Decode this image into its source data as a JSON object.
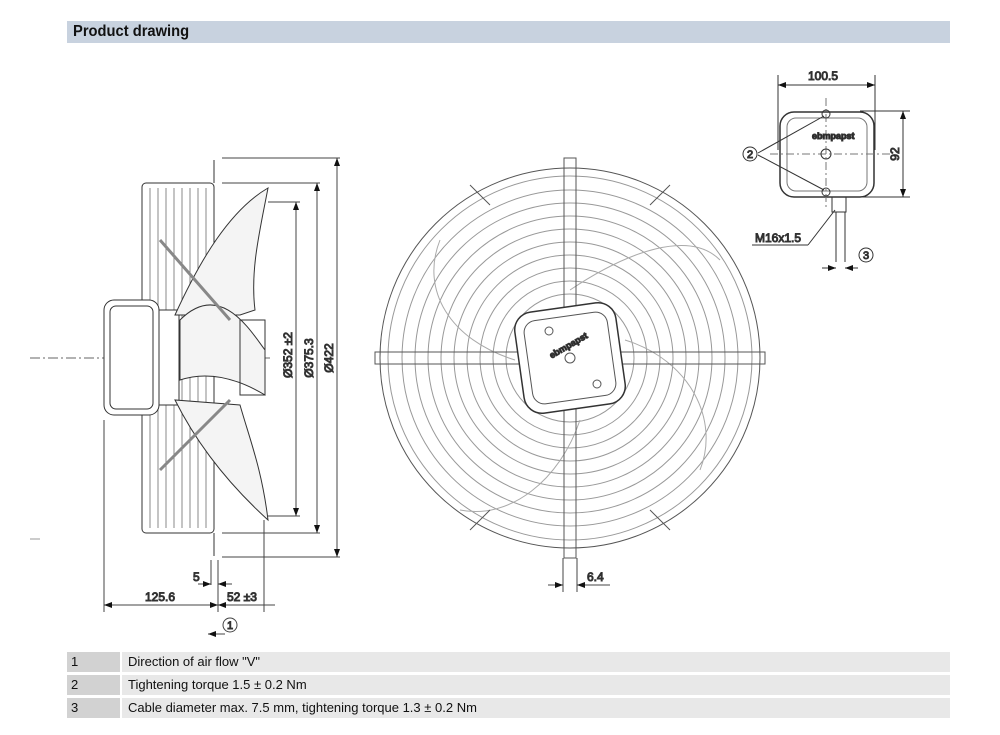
{
  "header": {
    "title": "Product drawing"
  },
  "dimensions": {
    "d352": "Ø352 ±2",
    "d375": "Ø375.3",
    "d422": "Ø422",
    "d5": "5",
    "d125": "125.6",
    "d52": "52 ±3",
    "d64": "6.4",
    "d100": "100.5",
    "d92": "92",
    "thread": "M16x1.5",
    "callout1": "1",
    "callout2": "2",
    "callout3": "3",
    "logo": "ebmpapst"
  },
  "legend": [
    {
      "num": "1",
      "text": "Direction of air flow \"V\""
    },
    {
      "num": "2",
      "text": "Tightening torque 1.5 ± 0.2 Nm"
    },
    {
      "num": "3",
      "text": "Cable diameter max. 7.5 mm, tightening torque 1.3 ± 0.2 Nm"
    }
  ]
}
